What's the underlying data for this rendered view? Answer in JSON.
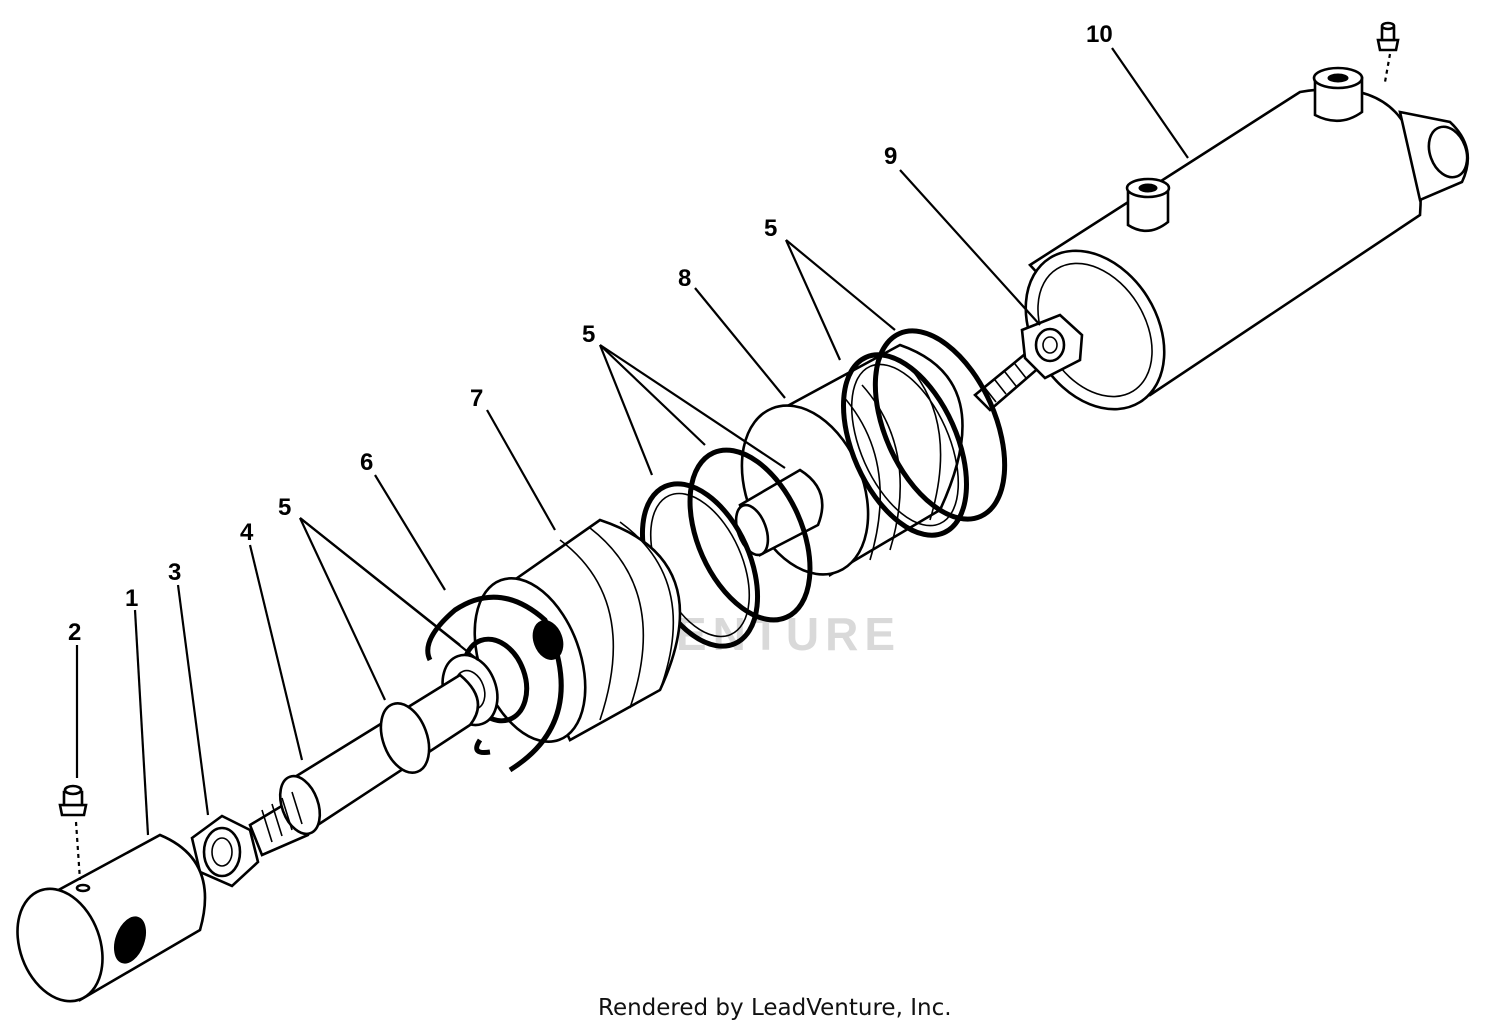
{
  "diagram": {
    "callouts": {
      "c1": "1",
      "c2": "2",
      "c3": "3",
      "c4": "4",
      "c5a": "5",
      "c5b": "5",
      "c5c": "5",
      "c6": "6",
      "c7": "7",
      "c8": "8",
      "c9": "9",
      "c10": "10"
    },
    "watermark": "LEADVENTURE",
    "credit": "Rendered by LeadVenture, Inc."
  }
}
